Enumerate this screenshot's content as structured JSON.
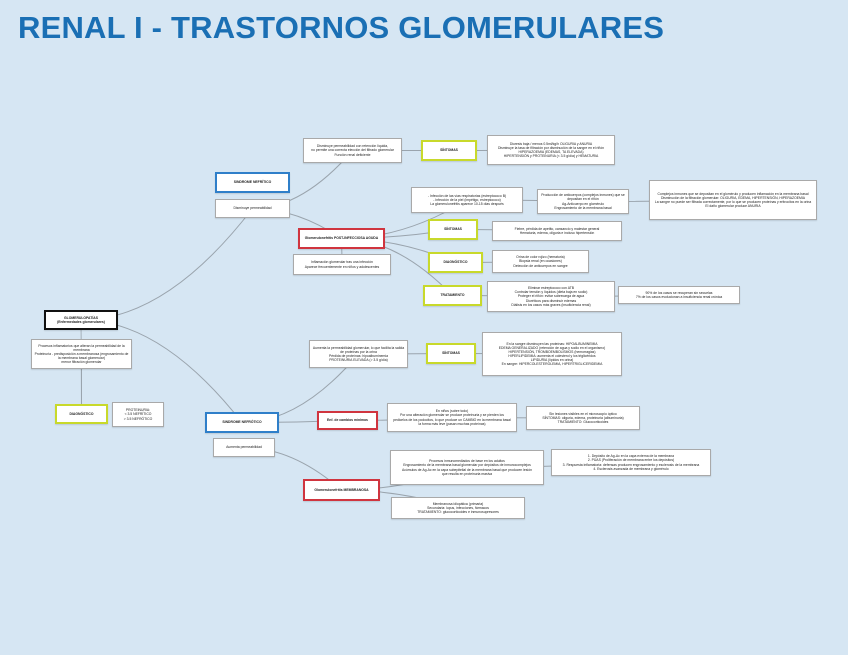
{
  "page": {
    "title": "RENAL I - TRASTORNOS GLOMERULARES"
  },
  "colors": {
    "background": "#d6e6f3",
    "title": "#1a6fb4",
    "line": "#9aa4ad",
    "blue": "#2f7fc9",
    "red": "#d0353f",
    "green": "#c8d92b",
    "black": "#111111"
  },
  "nodes": [
    {
      "id": "glom",
      "text": "GLOMERULOPATÍAS\n(Enfermedades glomerulares)",
      "style": "black",
      "bold": true
    },
    {
      "id": "glom_desc",
      "text": "Procesos inflamatorios que alteran la permeabilidad de la membrana\nProteinuria - predisposición a membranosa (engrosamiento de la membrana basal glomerular)\nmenor filtración glomerular",
      "style": "plain"
    },
    {
      "id": "diag",
      "text": "DIAGNÓSTICO",
      "style": "green",
      "bold": true
    },
    {
      "id": "prot",
      "text": "PROTEINURIA:\n< 3.5 NEFRÍTICO\n> 3.5 NEFRÓTICO",
      "style": "plain"
    },
    {
      "id": "nefritico",
      "text": "SINDROME NEFRÍTICO",
      "style": "blue",
      "bold": true
    },
    {
      "id": "nefritico_desc",
      "text": "Disminuye permeabilidad",
      "style": "plain"
    },
    {
      "id": "nefritico_top",
      "text": "Disminuye permeabilidad con retención líquida,\nno permite una correcta elección del filtrado glomerular\nFunción renal deficiente",
      "style": "plain"
    },
    {
      "id": "sintomas1",
      "text": "SÍNTOMAS",
      "style": "green",
      "bold": true
    },
    {
      "id": "sintomas1_desc",
      "text": "Diuresis baja / menos 0.5ml/kg/h OLIGURIA y ANURIA\nDisminuye la tasa de filtración por disminución de la sangre en el riñón\nHIPERAZOEMIA (EDEMAS, TA ELEVADA)\nHIPERTENSIÓN y PROTEINURIA (< 3.5 g/día) y HEMATURIA",
      "style": "plain"
    },
    {
      "id": "gnpe",
      "text": "Glomerulonefritis POST-INFECCIOSA AGUDA",
      "style": "red",
      "bold": true
    },
    {
      "id": "gnpe_infect",
      "text": "- Infección de las vías respiratorias (estreptococo B)\n- Infección de la piel (impétigo, estreptococo)\nLa glomerulonefritis aparece 10-15 días después",
      "style": "plain"
    },
    {
      "id": "gnpe_mech",
      "text": "Producción de anticuerpos (complejos inmunes) que se depositan en el riñón\nAg-Anticuerpo en glomérulo\nEngrosamiento de la membrana basal",
      "style": "plain"
    },
    {
      "id": "gnpe_mech2",
      "text": "Complejos inmunes que se depositan en el glomérulo y producen inflamación en la membrana basal\nDisminución de la filtración glomerular: OLIGURIA, EDEMA, HIPERTENSIÓN, HIPERAZOEMIA\nLa sangre no puede ser filtrada correctamente, por lo que se producen proteínas y eritrocitos en la orina\nEl daño glomerular produce ANURIA",
      "style": "plain"
    },
    {
      "id": "gnpe_int",
      "text": "Inflamación glomerular tras una infección\nAparece frecuentemente en niños y adolescentes",
      "style": "plain"
    },
    {
      "id": "sintomas2",
      "text": "SÍNTOMAS",
      "style": "green",
      "bold": true
    },
    {
      "id": "sintomas2_desc",
      "text": "Fiebre, pérdida de apetito, cansancio y malestar general\nHematuria, edema, oliguria e incluso hipertensión",
      "style": "plain"
    },
    {
      "id": "diagnostico2",
      "text": "DIAGNÓSTICO",
      "style": "green",
      "bold": true
    },
    {
      "id": "diagnostico2_desc",
      "text": "Orina de color rojizo (hematuria)\nBiopsia renal (en ocasiones)\nDetección de anticuerpos en sangre",
      "style": "plain"
    },
    {
      "id": "tratamiento",
      "text": "TRATAMIENTO",
      "style": "green",
      "bold": true
    },
    {
      "id": "tratamiento_desc",
      "text": "Eliminar estreptococo con ATB\nControlar tensión y líquidos (dieta baja en sodio)\nProteger el riñón: evitar sobrecarga de agua\nDiuréticos para disminuir edemas\nDiálisis en los casos más graves (insuficiencia renal)",
      "style": "plain"
    },
    {
      "id": "tratamiento_note",
      "text": "90% de los casos se recuperan sin secuelas\n7% de los casos evolucionan a insuficiencia renal crónica",
      "style": "plain"
    },
    {
      "id": "nefrotico",
      "text": "SINDROME NEFRÓTICO",
      "style": "blue",
      "bold": true
    },
    {
      "id": "nefrotico_desc",
      "text": "Aumenta permeabilidad",
      "style": "plain"
    },
    {
      "id": "nefrotico_top",
      "text": "Aumenta la permeabilidad glomerular, lo que facilita la salida de proteínas por la orina\nPérdida de proteínas: hipoalbuminemia\nPROTEINURIA ELEVADA (> 3.5 g/día)",
      "style": "plain"
    },
    {
      "id": "sintomas3",
      "text": "SÍNTOMAS",
      "style": "green",
      "bold": true
    },
    {
      "id": "sintomas3_desc",
      "text": "En la sangre disminuyen las proteínas: HIPOALBUMINEMIA\nEDEMA GENERALIZADO (retención de agua y sodio en el organismo)\nHIPERTENSIÓN, TROMBOEMBOLISMOS (hemorragias)\nHIPERLIPIDEMIA: aumenta el colesterol y los triglicéridos\nLIPIDURIA (lípidos en orina)\nEn sangre: HIPERCOLESTEROLEMIA, HIPERTRIGLICERIDEMIA",
      "style": "plain"
    },
    {
      "id": "minimos",
      "text": "Enf. de cambios mínimos",
      "style": "red",
      "bold": true
    },
    {
      "id": "minimos_desc",
      "text": "En niños (sobre todo)\nPor una alteración glomerular se produce proteinuria y se pierden los\npedicelos de los podocitos, lo que produce un CAMBIO en la membrana basal\nla forma más leve (pasan muchas proteínas)",
      "style": "plain"
    },
    {
      "id": "minimos_trat",
      "text": "Sin lesiones visibles en el microscopio óptico\nSÍNTOMAS: oliguria, edema, proteinuria (albuminuria)\nTRATAMIENTO: Glucocorticoides",
      "style": "plain"
    },
    {
      "id": "membranosa",
      "text": "Glomerulonefritis MEMBRANOSA",
      "style": "red",
      "bold": true
    },
    {
      "id": "membranosa_desc",
      "text": "Procesos inmunomediados de base en los adultos\nEngrosamiento de la membrana basal glomerular por depósitos de inmunocomplejos\nAcúmulos de Ag-Ac en la capa subepitelial de la membrana basal que producen lesión\nque resulta en proteinuria masiva",
      "style": "plain"
    },
    {
      "id": "membranosa_list",
      "text": "1. Depósito de Ag-Ac en la capa externa de la membrana\n2. PÚAS (Proliferación de membrana entre los depósitos)\n3. Respuesta inflamatoria: defensas producen engrosamiento y esclerosis de la membrana\n4. Esclerosis avanzada de membrana y glomérulo",
      "style": "plain"
    },
    {
      "id": "membranosa_bottom",
      "text": "Membranosa idiopática (primaria)\nSecundaria: lupus, infecciones, fármacos\nTRATAMIENTO: glucocorticoides e inmunosupresores",
      "style": "plain"
    }
  ],
  "links": [
    [
      "glom",
      "nefritico_desc"
    ],
    [
      "glom",
      "nefrotico"
    ],
    [
      "glom",
      "diag"
    ],
    [
      "glom_desc",
      "diag"
    ],
    [
      "nefritico_desc",
      "nefritico_top"
    ],
    [
      "nefritico_top",
      "sintomas1"
    ],
    [
      "sintomas1",
      "sintomas1_desc"
    ],
    [
      "nefritico_desc",
      "gnpe"
    ],
    [
      "gnpe",
      "gnpe_infect"
    ],
    [
      "gnpe_infect",
      "gnpe_mech"
    ],
    [
      "gnpe_mech",
      "gnpe_mech2"
    ],
    [
      "gnpe",
      "sintomas2"
    ],
    [
      "sintomas2",
      "sintomas2_desc"
    ],
    [
      "gnpe",
      "diagnostico2"
    ],
    [
      "diagnostico2",
      "diagnostico2_desc"
    ],
    [
      "gnpe",
      "tratamiento"
    ],
    [
      "tratamiento",
      "tratamiento_desc"
    ],
    [
      "tratamiento_desc",
      "tratamiento_note"
    ],
    [
      "gnpe",
      "gnpe_int"
    ],
    [
      "nefrotico",
      "nefrotico_top"
    ],
    [
      "nefrotico_top",
      "sintomas3"
    ],
    [
      "sintomas3",
      "sintomas3_desc"
    ],
    [
      "nefrotico",
      "minimos"
    ],
    [
      "minimos",
      "minimos_desc"
    ],
    [
      "minimos_desc",
      "minimos_trat"
    ],
    [
      "nefrotico_desc",
      "membranosa"
    ],
    [
      "membranosa",
      "membranosa_desc"
    ],
    [
      "membranosa_desc",
      "membranosa_list"
    ],
    [
      "membranosa",
      "membranosa_bottom"
    ]
  ]
}
